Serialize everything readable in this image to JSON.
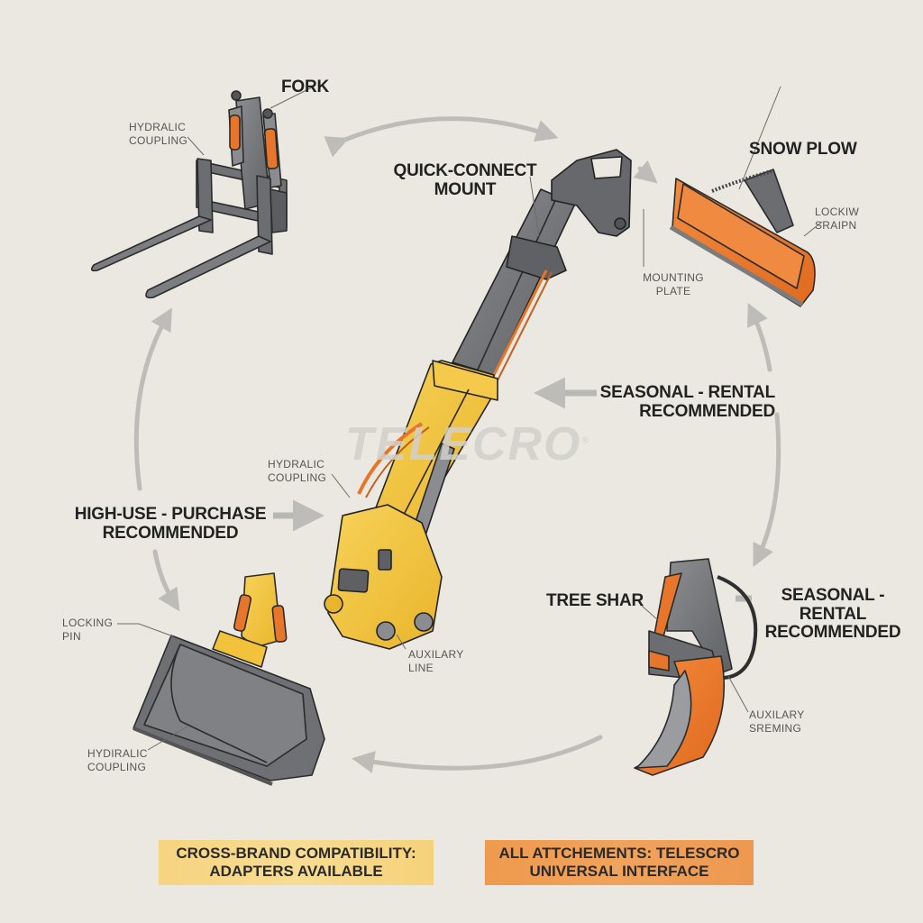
{
  "diagram": {
    "watermark": "TELECRO",
    "watermark_mark": "®",
    "center": {
      "name": "Telescopic arm",
      "labels": {
        "quick_connect": [
          "QUICK-CONNECT",
          "MOUNT"
        ],
        "hydraulic_coupling": [
          "HYDRALIC",
          "COUPLING"
        ],
        "auxiliary_line": [
          "AUXILARY",
          "LINE"
        ]
      }
    },
    "attachments": [
      {
        "id": "fork",
        "title": "FORK",
        "callouts": [
          [
            "HYDRALIC",
            "COUPLING"
          ]
        ]
      },
      {
        "id": "snow-plow",
        "title": "SNOW PLOW",
        "callouts": [
          [
            "LOCKIW",
            "SRAIPN"
          ],
          [
            "MOUNTING",
            "PLATE"
          ]
        ]
      },
      {
        "id": "tree-shear",
        "title": "TREE SHAR",
        "callouts": [
          [
            "AUXILARY",
            "SREMING"
          ]
        ]
      },
      {
        "id": "bucket",
        "title": "",
        "callouts": [
          [
            "LOCKING",
            "PIN"
          ],
          [
            "HYDIRALIC",
            "COUPLING"
          ]
        ]
      }
    ],
    "recommendations": [
      {
        "id": "right-rental",
        "lines": [
          "SEASONAL - RENTAL",
          "RECOMMENDED"
        ]
      },
      {
        "id": "tree-rental",
        "lines": [
          "SEASONAL - RENTAL",
          "RECOMMENDED"
        ]
      },
      {
        "id": "left-purchase",
        "lines": [
          "HIGH-USE - PURCHASE",
          "RECOMMENDED"
        ]
      }
    ],
    "banners": [
      {
        "id": "compatibility",
        "lines": [
          "CROSS-BRAND COMPATIBILITY:",
          "ADAPTERS AVAILABLE"
        ],
        "color": "#f6d684"
      },
      {
        "id": "interface",
        "lines": [
          "ALL ATTCHEMENTS: TELESCRO",
          "UNIVERSAL INTERFACE"
        ],
        "color": "#ef9d55"
      }
    ],
    "colors": {
      "background": "#ebe8e1",
      "steel": "#6f7174",
      "steel_light": "#8a8c8f",
      "yellow": "#f2c23a",
      "orange": "#e8762a",
      "arrow": "#bdbcb8",
      "text": "#222222",
      "callout_text": "#555555"
    }
  }
}
